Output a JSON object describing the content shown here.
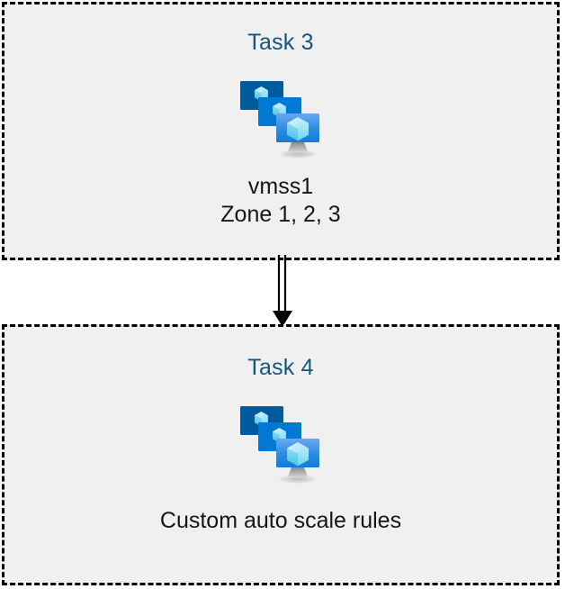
{
  "diagram": {
    "background_color": "#ffffff",
    "box_fill_color": "#f0f0f0",
    "box_border_color": "#000000",
    "title_color": "#15557f",
    "caption_color": "#161616",
    "icon_colors": {
      "monitor_back": "#005a9e",
      "monitor_middle": "#0078d4",
      "monitor_front_top": "#5ea0ef",
      "monitor_front_bottom": "#0f7edb",
      "cube_light": "#c3f1ff",
      "cube_mid": "#9cebff",
      "cube_deep": "#32bedd",
      "stand": "#a0a0a0"
    },
    "nodes": [
      {
        "id": "task-3",
        "title": "Task 3",
        "icon": "azure-vm-scale-set-icon",
        "caption": "vmss1\nZone 1, 2, 3",
        "caption_lines": [
          "vmss1",
          "Zone 1, 2, 3"
        ]
      },
      {
        "id": "task-4",
        "title": "Task 4",
        "icon": "azure-vm-scale-set-icon",
        "caption": "Custom auto scale rules",
        "caption_lines": [
          "Custom auto scale rules"
        ]
      }
    ],
    "connectors": [
      {
        "id": "task3-to-task4",
        "from": "task-3",
        "to": "task-4",
        "style": "double-line",
        "arrowhead": "filled-triangle",
        "direction": "down"
      }
    ]
  }
}
